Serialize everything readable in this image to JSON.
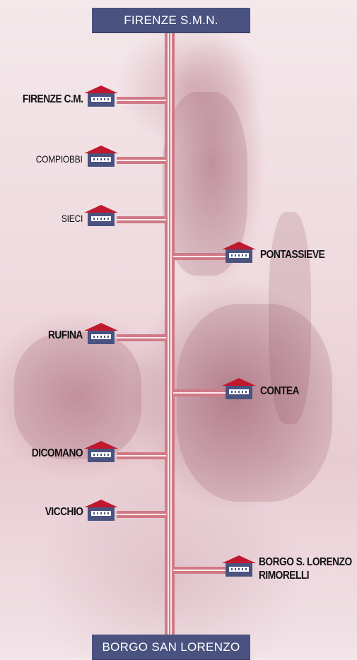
{
  "terminals": {
    "top": "FIRENZE S.M.N.",
    "bottom": "BORGO SAN LORENZO"
  },
  "stations": [
    {
      "name": "FIRENZE C.M.",
      "side": "left"
    },
    {
      "name": "COMPIOBBI",
      "side": "left"
    },
    {
      "name": "SIECI",
      "side": "left"
    },
    {
      "name": "PONTASSIEVE",
      "side": "right"
    },
    {
      "name": "RUFINA",
      "side": "left"
    },
    {
      "name": "CONTEA",
      "side": "right"
    },
    {
      "name": "DICOMANO",
      "side": "left"
    },
    {
      "name": "VICCHIO",
      "side": "left"
    },
    {
      "name": "BORGO S. LORENZO",
      "name_line2": "RIMORELLI",
      "side": "right"
    }
  ],
  "icon": "station-house-icon",
  "colors": {
    "track": "#d07a86",
    "terminal_bg": "#4a5380",
    "roof": "#c0182e",
    "building": "#4a5380"
  }
}
